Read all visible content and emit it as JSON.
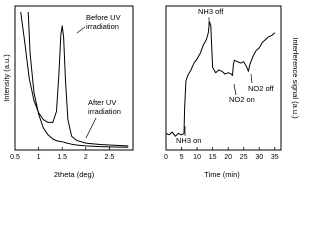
{
  "chart_data": [
    {
      "type": "line",
      "title": "",
      "xlabel": "2theta (deg)",
      "ylabel": "Intensity (a.u.)",
      "xlim": [
        0.5,
        3.0
      ],
      "x_ticks": [
        0.5,
        1,
        1.5,
        2,
        2.5
      ],
      "x_tick_labels": [
        "0.5",
        "1",
        "1.5",
        "2",
        "2.5"
      ],
      "y_ticks_labeled": false,
      "grid": false,
      "series": [
        {
          "x": [
            0.62,
            0.7,
            0.8,
            0.9,
            1.0,
            1.1,
            1.2,
            1.3,
            1.38,
            1.43,
            1.47,
            1.5,
            1.53,
            1.57,
            1.62,
            1.7,
            1.8,
            2.0,
            2.3,
            2.6,
            2.9
          ],
          "y": [
            1.0,
            0.8,
            0.52,
            0.36,
            0.27,
            0.22,
            0.2,
            0.2,
            0.28,
            0.55,
            0.83,
            0.9,
            0.82,
            0.5,
            0.22,
            0.1,
            0.07,
            0.05,
            0.04,
            0.035,
            0.03
          ]
        },
        {
          "x": [
            0.78,
            0.82,
            0.9,
            1.0,
            1.1,
            1.2,
            1.3,
            1.4,
            1.5,
            1.6,
            1.7,
            1.8,
            2.0,
            2.3,
            2.6,
            2.9
          ],
          "y": [
            1.0,
            0.7,
            0.42,
            0.26,
            0.16,
            0.11,
            0.08,
            0.065,
            0.06,
            0.05,
            0.042,
            0.036,
            0.03,
            0.025,
            0.022,
            0.02
          ]
        }
      ],
      "annotations": [
        {
          "lines": [
            "Before UV",
            "irradiation"
          ]
        },
        {
          "lines": [
            "After UV",
            "irradiation"
          ]
        }
      ]
    },
    {
      "type": "line",
      "title": "",
      "xlabel": "Time (min)",
      "ylabel": "Interference signal (a.u.)",
      "xlim": [
        0,
        37
      ],
      "x_ticks": [
        0,
        5,
        10,
        15,
        20,
        25,
        30,
        35
      ],
      "x_tick_labels": [
        "0",
        "5",
        "10",
        "15",
        "20",
        "25",
        "30",
        "35"
      ],
      "y_ticks_labeled": false,
      "grid": false,
      "series": [
        {
          "x": [
            0,
            1,
            2,
            3,
            4,
            5,
            5.8,
            6,
            6.4,
            7,
            8,
            9,
            10,
            11,
            12,
            13,
            13.6,
            14,
            14.4,
            15,
            16,
            17,
            18,
            19,
            20,
            21,
            21.4,
            21.7,
            22,
            23,
            24,
            25,
            26,
            26.5,
            27,
            28,
            29,
            30,
            31,
            32,
            33,
            34,
            35
          ],
          "y": [
            0.12,
            0.11,
            0.13,
            0.1,
            0.12,
            0.11,
            0.12,
            0.3,
            0.5,
            0.54,
            0.58,
            0.63,
            0.66,
            0.7,
            0.76,
            0.8,
            0.85,
            0.93,
            0.9,
            0.6,
            0.56,
            0.58,
            0.57,
            0.55,
            0.56,
            0.55,
            0.54,
            0.62,
            0.65,
            0.64,
            0.63,
            0.64,
            0.6,
            0.57,
            0.62,
            0.68,
            0.72,
            0.74,
            0.78,
            0.8,
            0.82,
            0.83,
            0.85
          ]
        }
      ],
      "annotations": [
        {
          "text": "NH3 on"
        },
        {
          "text": "NH3 off"
        },
        {
          "text": "NO2 on"
        },
        {
          "text": "NO2 off"
        }
      ]
    }
  ]
}
